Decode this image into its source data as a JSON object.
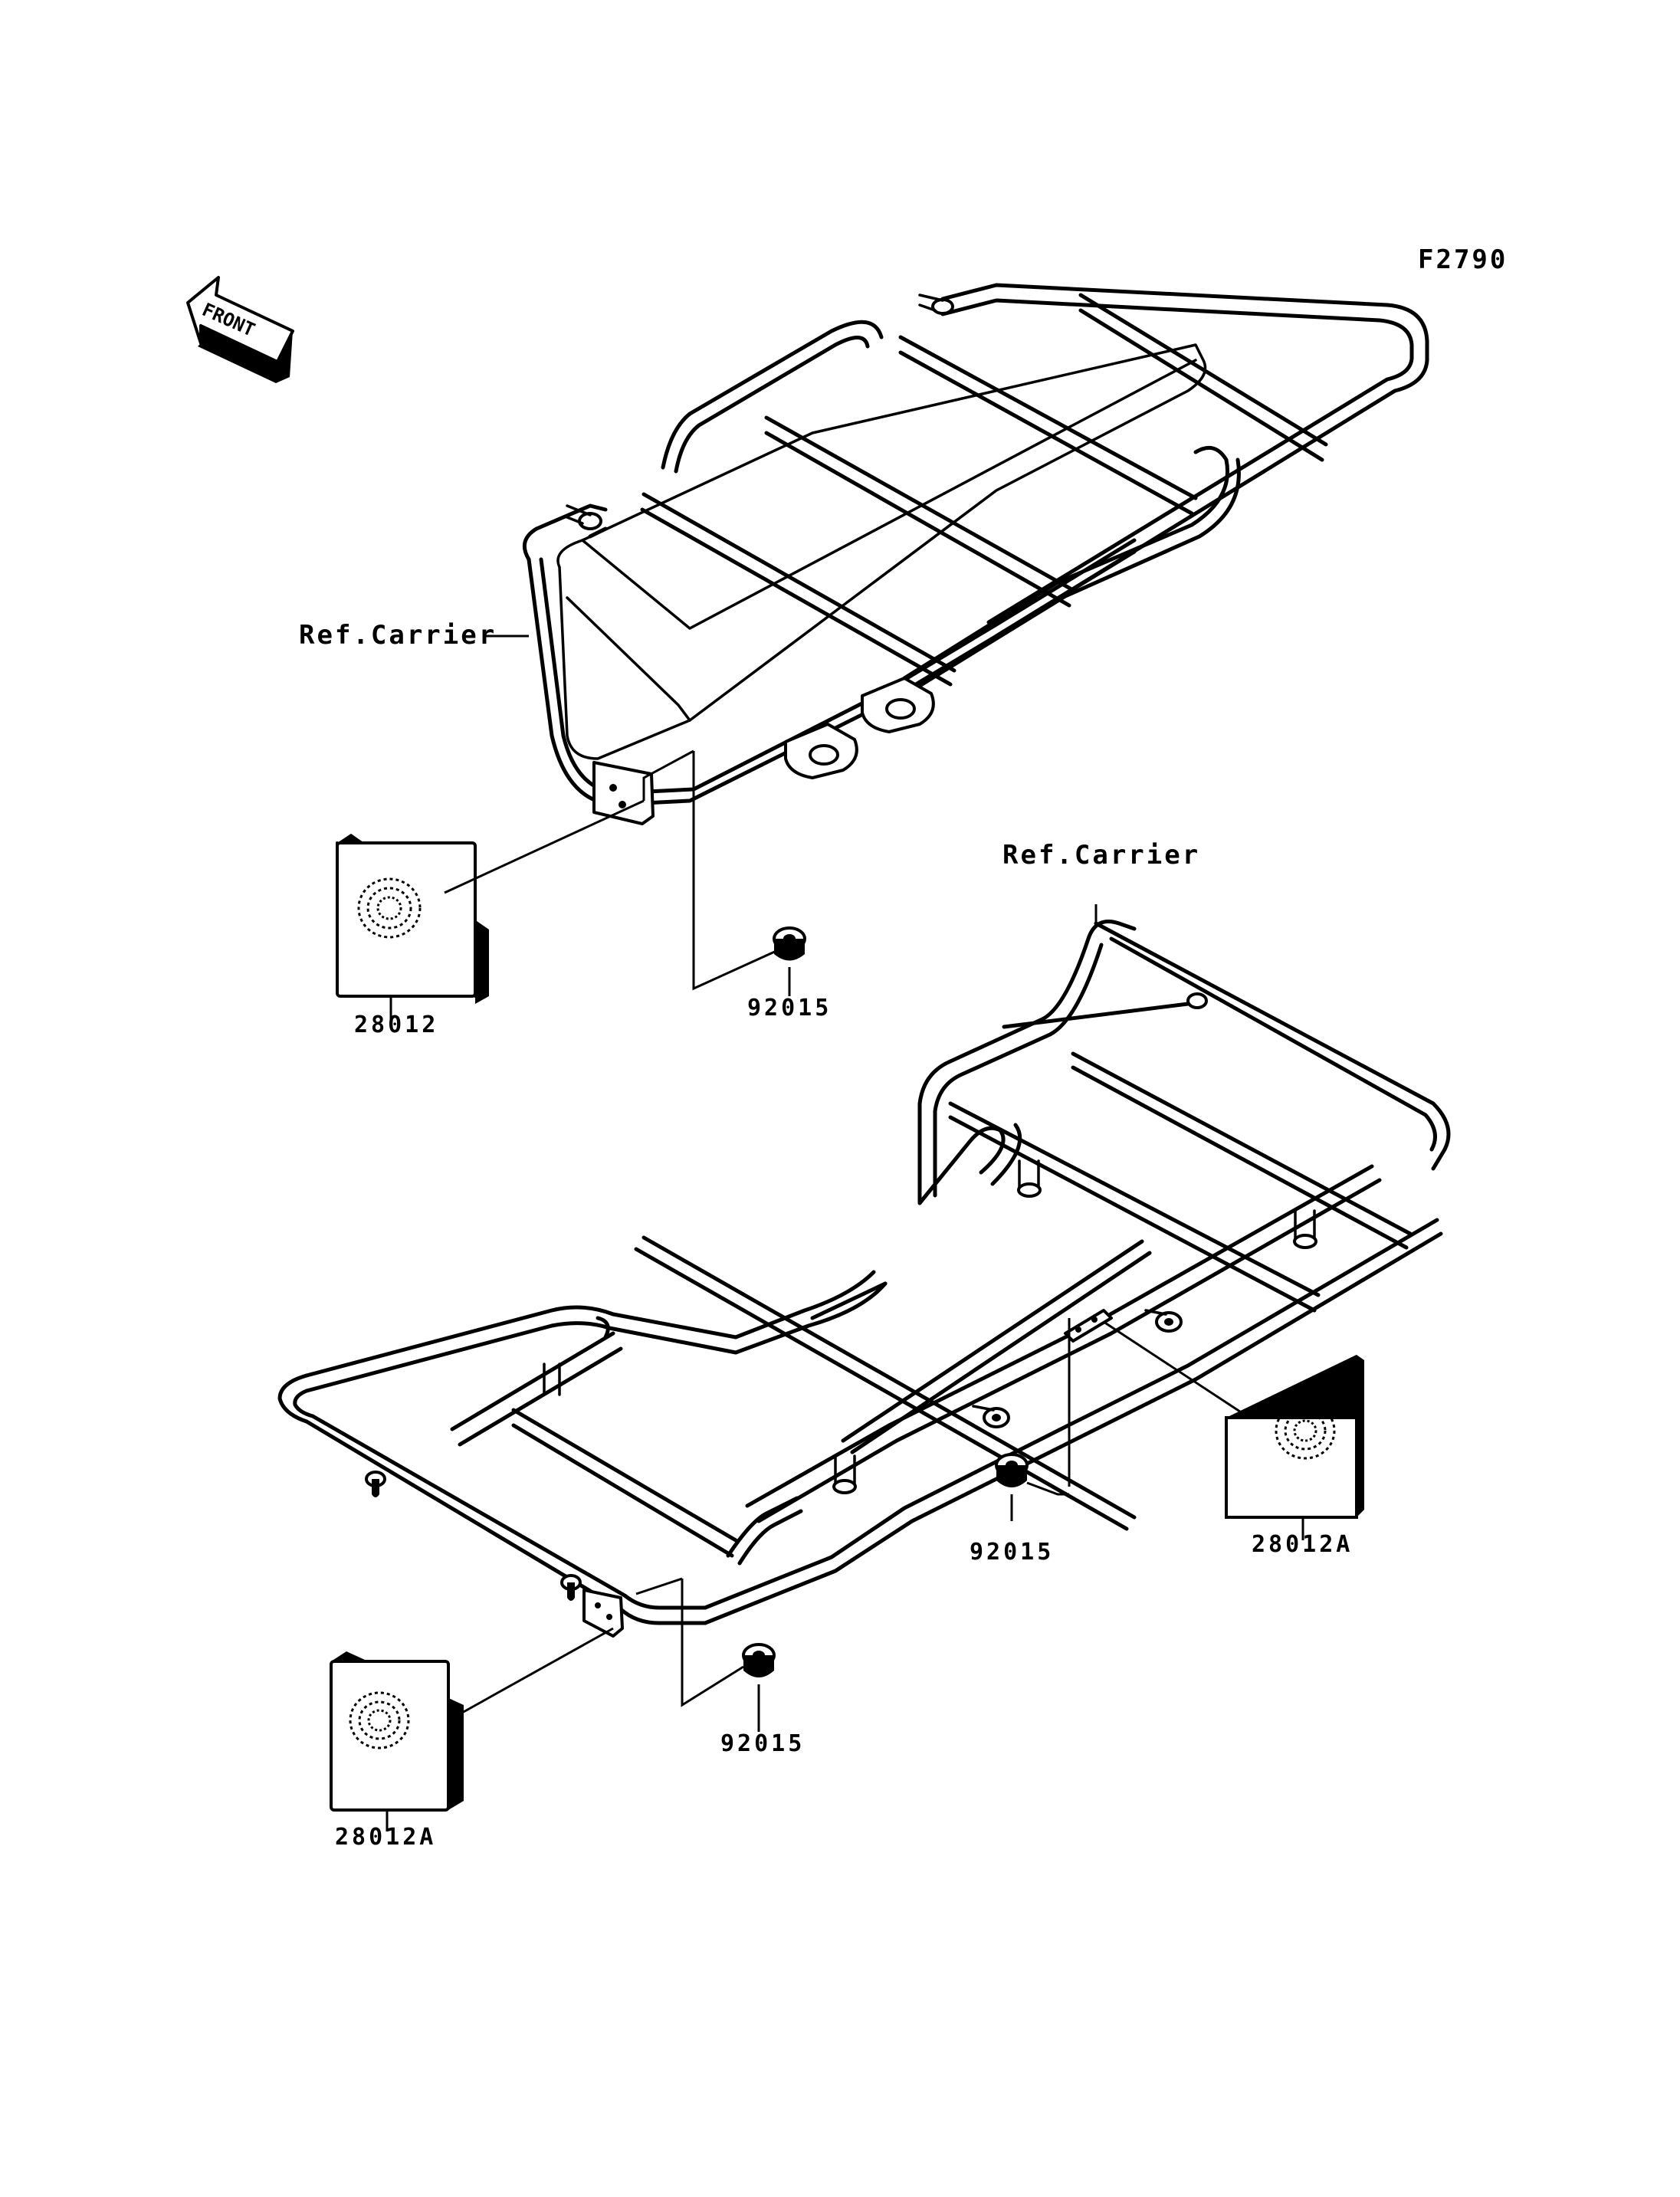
{
  "diagram_code": "F2790",
  "front_arrow": {
    "text": "FRONT",
    "icon": "front-direction-arrow-icon"
  },
  "labels": {
    "ref_carrier_front": "Ref.Carrier",
    "ref_carrier_rear": "Ref.Carrier",
    "reflector_front": "28012",
    "nut_front": "92015",
    "nut_rear_right": "92015",
    "reflector_rear_right": "28012A",
    "nut_rear_left": "92015",
    "reflector_rear_left": "28012A"
  }
}
